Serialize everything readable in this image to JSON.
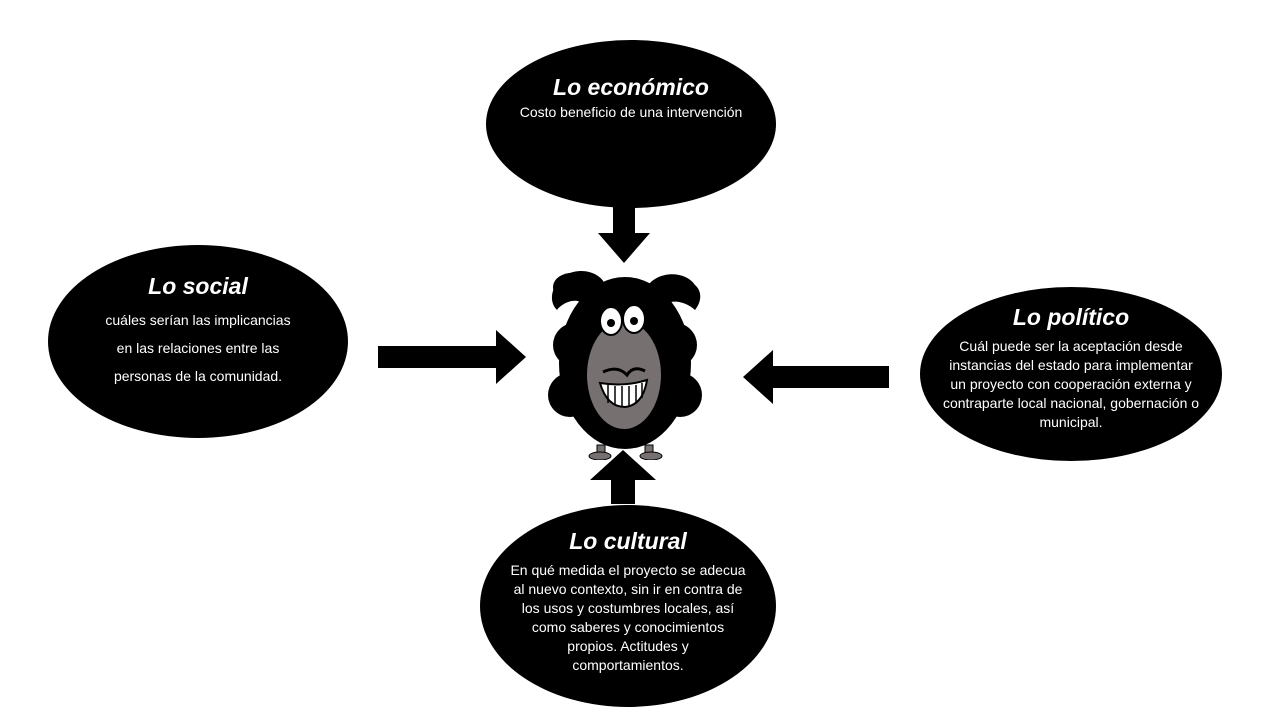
{
  "economico": {
    "title": "Lo económico",
    "lines": [
      "Costo beneficio de una intervención"
    ]
  },
  "social": {
    "title": "Lo social",
    "lines": [
      "cuáles serían las implicancias",
      "en las relaciones entre las",
      "personas de la comunidad."
    ]
  },
  "politico": {
    "title": "Lo político",
    "lines": [
      "Cuál puede ser la aceptación desde",
      "instancias del estado para implementar",
      "un proyecto  con cooperación  externa y",
      "contraparte local nacional, gobernación o",
      "municipal."
    ]
  },
  "cultural": {
    "title": "Lo cultural",
    "lines": [
      "En qué medida el proyecto se adecua",
      "al nuevo contexto, sin ir en contra de",
      "los usos y costumbres locales, así",
      "como saberes y conocimientos",
      "propios. Actitudes y",
      "comportamientos."
    ]
  }
}
